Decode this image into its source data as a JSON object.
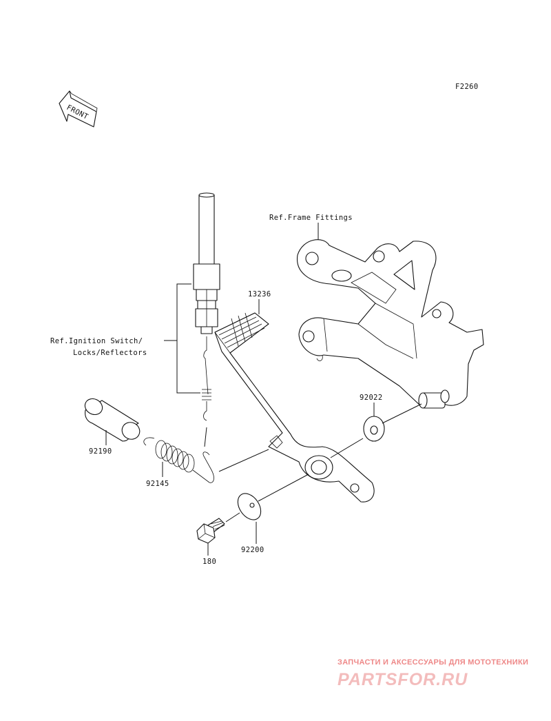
{
  "figure_code": "F2260",
  "front_marker": "FRONT",
  "refs": {
    "frame_fittings": "Ref.Frame Fittings",
    "ignition_line1": "Ref.Ignition Switch/",
    "ignition_line2": "Locks/Reflectors"
  },
  "parts": {
    "pedal": "13236",
    "washer_pivot": "92022",
    "collar": "92190",
    "spring": "92145",
    "washer_bolt": "92200",
    "bolt": "180"
  },
  "watermark": {
    "tagline": "ЗАПЧАСТИ И АКСЕССУАРЫ ДЛЯ МОТОТЕХНИКИ",
    "brand": "PARTSFOR.RU"
  }
}
